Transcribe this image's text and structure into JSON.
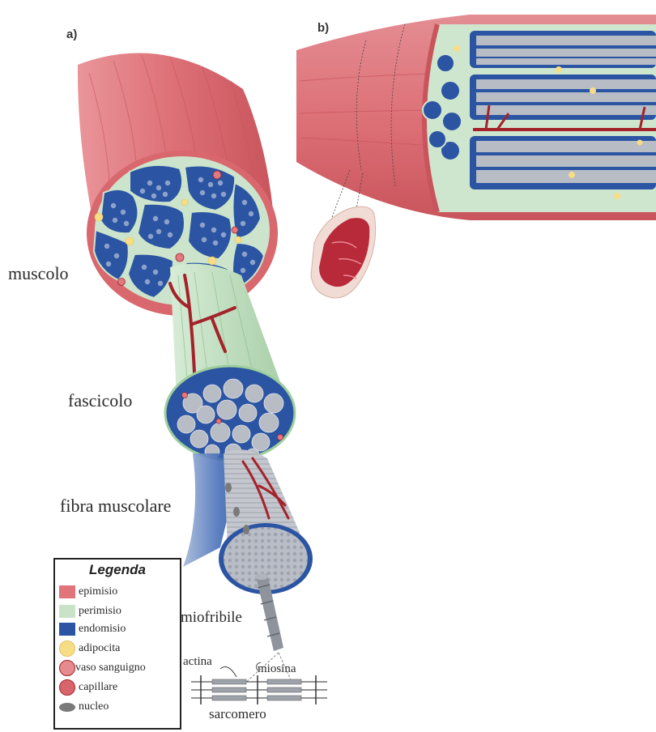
{
  "panels": {
    "a": "a)",
    "b": "b)"
  },
  "labels": {
    "muscolo": "muscolo",
    "fascicolo": "fascicolo",
    "fibra": "fibra muscolare",
    "miofribile": "miofribile",
    "actina": "actina",
    "miosina": "miosina",
    "sarcomero": "sarcomero"
  },
  "legend": {
    "title": "Legenda",
    "items": [
      {
        "label": "epimisio",
        "color": "#e0747a",
        "icon": "square"
      },
      {
        "label": "perimisio",
        "color": "#c9e3c8",
        "icon": "square"
      },
      {
        "label": "endomisio",
        "color": "#2b55a3",
        "icon": "square"
      },
      {
        "label": "adipocita",
        "color": "#f6dd86",
        "icon": "circle"
      },
      {
        "label": "vaso sanguigno",
        "color": "#d9656c",
        "icon": "vessel"
      },
      {
        "label": "capillare",
        "color": "#d9656c",
        "icon": "capillary"
      },
      {
        "label": "nucleo",
        "color": "#7a7a7a",
        "icon": "ellipse"
      }
    ]
  },
  "colors": {
    "epimisio": "#e0747a",
    "epimisio_dark": "#c9545c",
    "perimisio": "#c9e3c8",
    "endomisio": "#2b55a3",
    "fiber": "#b5b9c2",
    "vessel": "#a4232b",
    "adipocita": "#f6dd86"
  }
}
